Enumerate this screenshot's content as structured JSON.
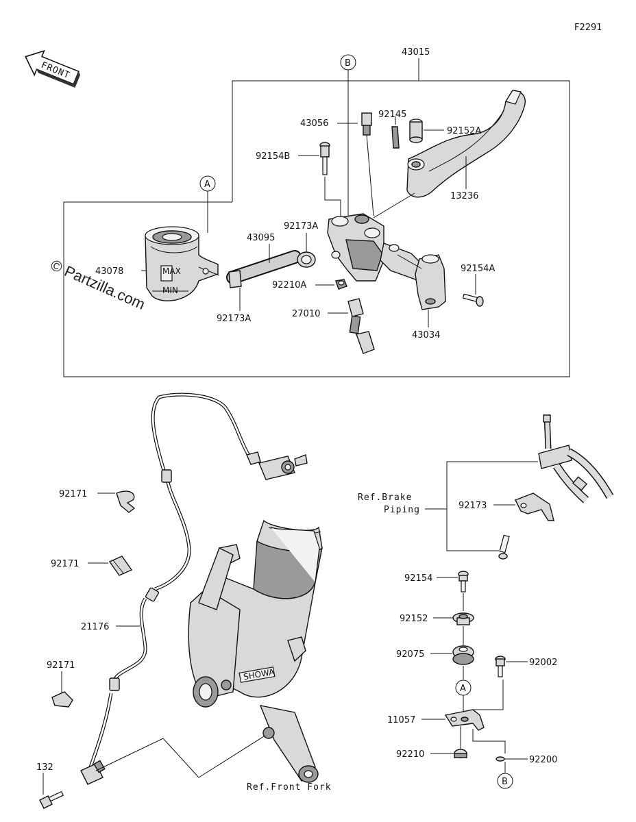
{
  "diagram_code": "F2291",
  "front_arrow": {
    "label": "FRONT"
  },
  "watermark": "© Partzilla.com",
  "callout_markers": {
    "a": "A",
    "b": "B"
  },
  "parts": {
    "p43015": "43015",
    "p43056": "43056",
    "p92145": "92145",
    "p92152a": "92152A",
    "p92154b": "92154B",
    "p13236": "13236",
    "p92173a_upper": "92173A",
    "p43095": "43095",
    "p43078": "43078",
    "p92154a": "92154A",
    "p92210a": "92210A",
    "p92173a_lower": "92173A",
    "p27010": "27010",
    "p43034": "43034",
    "p92171_top": "92171",
    "p92171_mid": "92171",
    "p21176": "21176",
    "p92171_low": "92171",
    "p132": "132",
    "p92173": "92173",
    "p92154": "92154",
    "p92152": "92152",
    "p92075": "92075",
    "p92002": "92002",
    "p11057": "11057",
    "p92210": "92210",
    "p92200": "92200"
  },
  "references": {
    "brake_piping_line1": "Ref.Brake",
    "brake_piping_line2": "Piping",
    "front_fork": "Ref.Front Fork"
  },
  "reservoir_marks": {
    "max": "MAX",
    "min": "MIN"
  },
  "fork_brand": "SHOWA"
}
